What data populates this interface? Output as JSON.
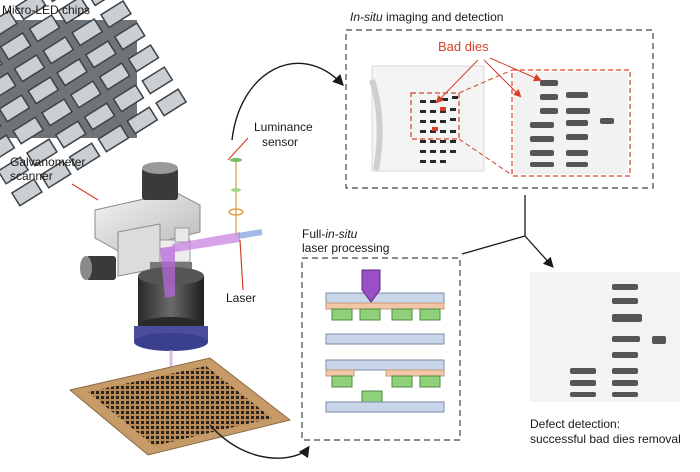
{
  "labels": {
    "micro_led_chips": "Micro-LED chips",
    "galvanometer_line1": "Galvanometer",
    "galvanometer_line2": "scanner",
    "luminance_line1": "Luminance",
    "luminance_line2": "sensor",
    "laser": "Laser",
    "imaging_italic": "In-situ",
    "imaging_rest": " imaging and detection",
    "bad_dies": "Bad dies",
    "full_prefix": "Full-",
    "full_italic": "in-situ",
    "full_line2": "laser processing",
    "defect_line1": "Defect detection:",
    "defect_line2": "successful bad dies removal"
  },
  "colors": {
    "accent_red": "#d6402a",
    "chip_green": "#8fd27a",
    "laser_purple": "#9a4fc6",
    "substrate_blue": "#c9d6ea",
    "layer_peach": "#f2c6a6",
    "lens_blue": "#5a5fb8"
  }
}
